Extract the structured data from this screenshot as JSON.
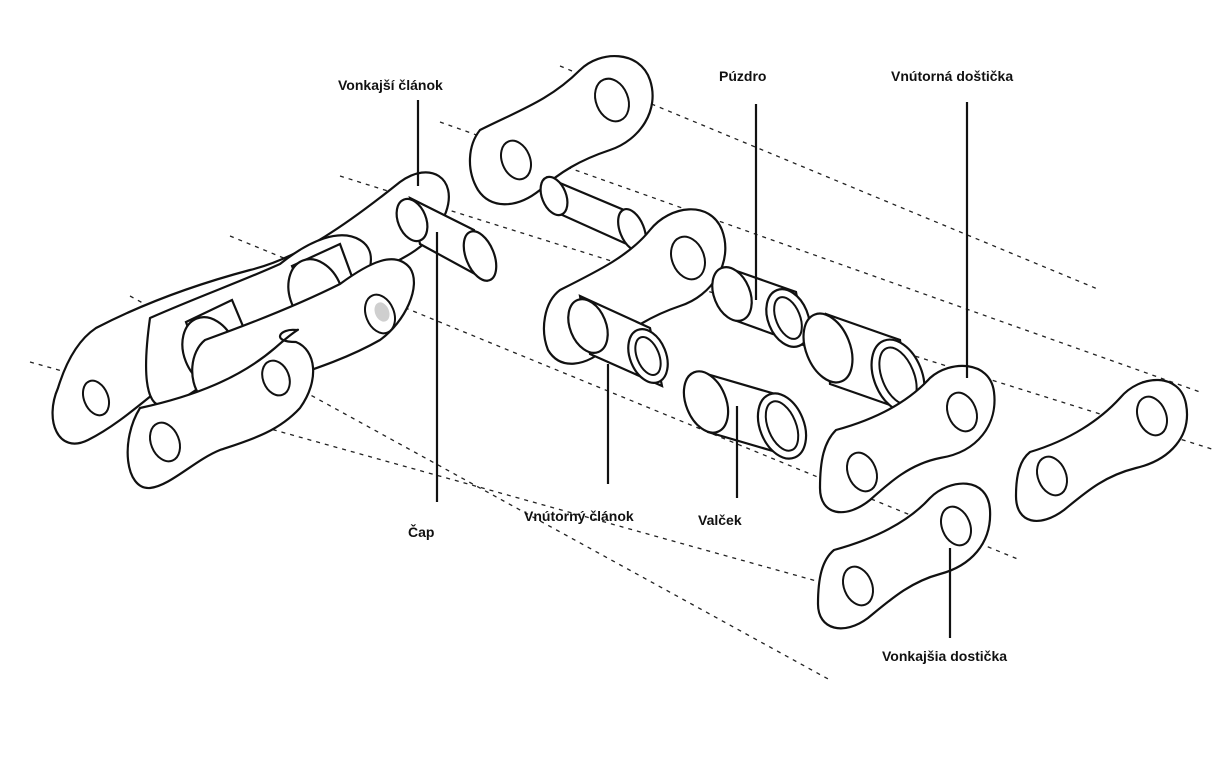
{
  "labels": {
    "outer_link": "Vonkajší článok",
    "bushing": "Púzdro",
    "inner_plate": "Vnútorná doštička",
    "pin": "Čap",
    "inner_link": "Vnútorný článok",
    "roller": "Valček",
    "outer_plate": "Vonkajšia dostička"
  }
}
